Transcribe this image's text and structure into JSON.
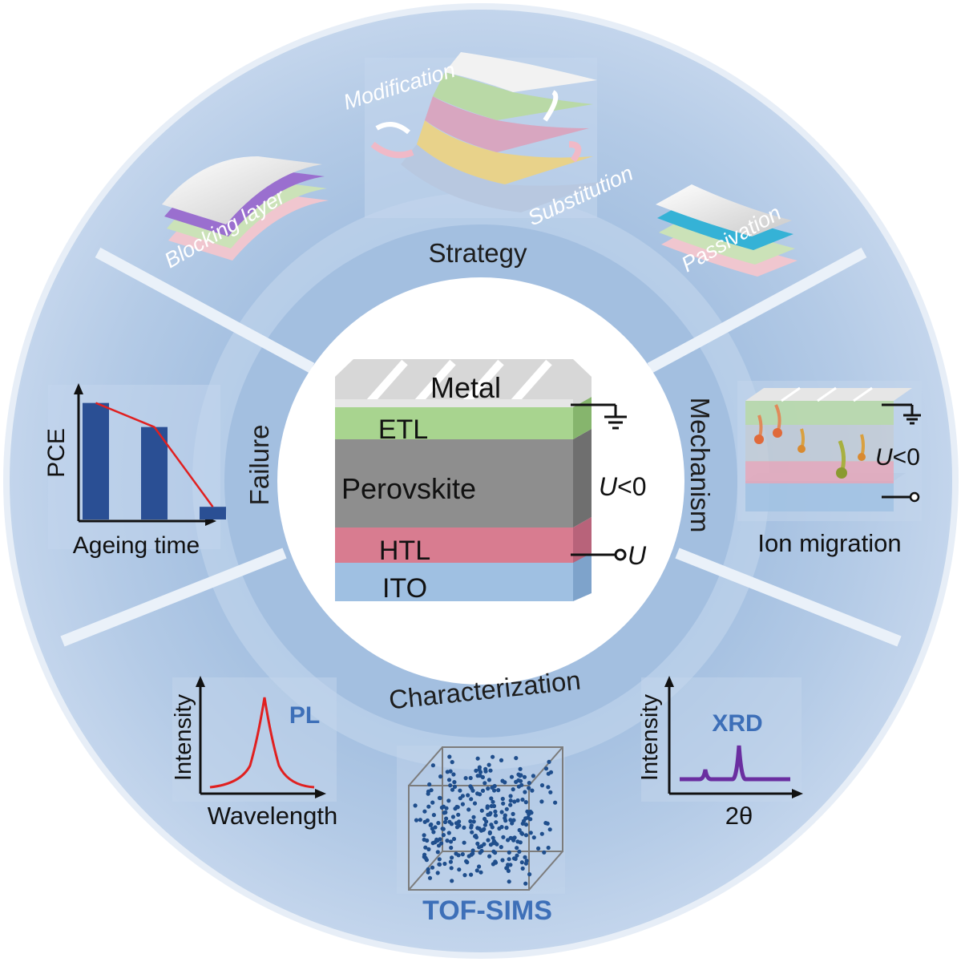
{
  "colors": {
    "ring_outer": "#b9cde6",
    "ring_inner": "#a9c2e0",
    "center": "#ffffff",
    "bar": "#2a4f94",
    "trend_line": "#e02020",
    "pl_curve": "#e02020",
    "xrd_curve": "#6a2ea0",
    "label_blue": "#3d6fb8",
    "dots": "#1f4e8c",
    "metal": "#d9d9d9",
    "etl": "#a8d48f",
    "perovskite": "#8a8a8a",
    "htl": "#d87c90",
    "ito": "#8fb8dd"
  },
  "sectors": {
    "strategy": "Strategy",
    "mechanism": "Mechanism",
    "characterization": "Characterization",
    "failure": "Failure"
  },
  "strategy": {
    "blocking_layer": "Blocking layer",
    "modification": "Modification",
    "substitution": "Substitution",
    "passivation": "Passivation"
  },
  "device": {
    "metal": "Metal",
    "etl": "ETL",
    "perovskite": "Perovskite",
    "htl": "HTL",
    "ito": "ITO",
    "bias": "U<0",
    "bias_symbol": "U",
    "bias_rest": "<0",
    "terminal": "U"
  },
  "mechanism": {
    "bias": "U<0",
    "caption": "Ion migration"
  },
  "failure_chart": {
    "ylabel": "PCE",
    "xlabel": "Ageing time",
    "values": [
      0.92,
      0.73,
      0.1
    ]
  },
  "pl_chart": {
    "label": "PL",
    "ylabel": "Intensity",
    "xlabel": "Wavelength"
  },
  "xrd_chart": {
    "label": "XRD",
    "ylabel": "Intensity",
    "xlabel": "2θ"
  },
  "tofsims": {
    "label": "TOF-SIMS"
  }
}
